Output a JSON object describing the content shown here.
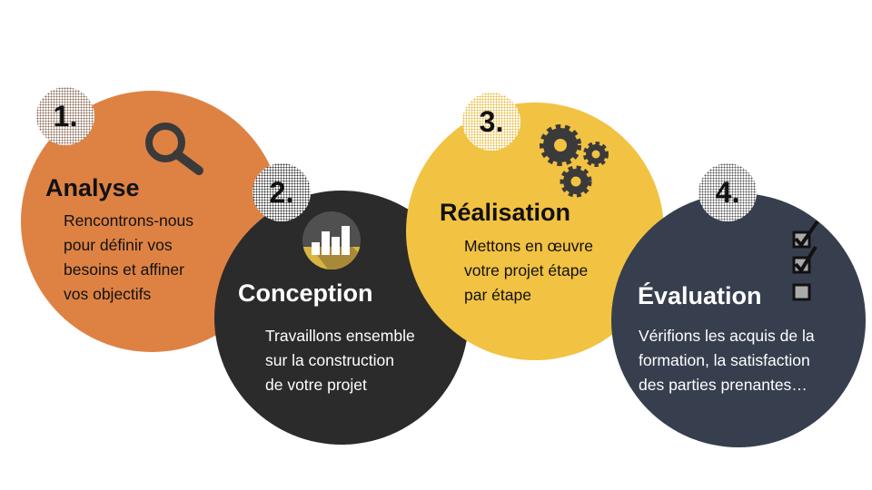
{
  "colors": {
    "analyse": "#DE8244",
    "conception": "#2B2B2B",
    "realisation": "#F2C243",
    "evaluation": "#373F4F"
  },
  "steps": [
    {
      "number": "1.",
      "title": "Analyse",
      "description": "Rencontrons-nous\npour définir vos\nbesoins et affiner\nvos objectifs",
      "icon": "magnifier-icon"
    },
    {
      "number": "2.",
      "title": "Conception",
      "description": "Travaillons ensemble\nsur la construction\nde votre projet",
      "icon": "bar-chart-icon"
    },
    {
      "number": "3.",
      "title": "Réalisation",
      "description": "Mettons en œuvre\nvotre projet étape\npar étape",
      "icon": "gears-icon"
    },
    {
      "number": "4.",
      "title": "Évaluation",
      "description": "Vérifions les acquis de la\nformation, la satisfaction\ndes parties prenantes…",
      "icon": "checklist-icon"
    }
  ]
}
